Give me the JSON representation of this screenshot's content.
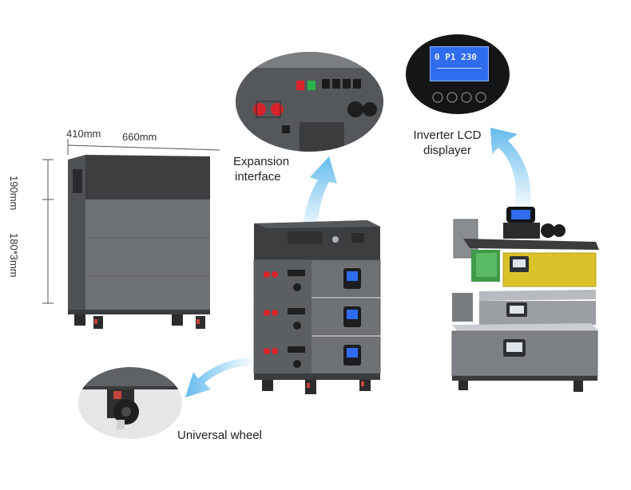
{
  "dimensions": {
    "depth": "410mm",
    "width": "660mm",
    "top_height": "190mm",
    "module_height": "180*3mm"
  },
  "callouts": {
    "expansion_line1": "Expansion",
    "expansion_line2": "interface",
    "inverter_line1": "Inverter LCD",
    "inverter_line2": "displayer",
    "wheel": "Universal wheel"
  },
  "lcd": {
    "readout": "0 P1 230"
  },
  "colors": {
    "cabinet_gray": "#6f7275",
    "top_dark": "#3c3e40",
    "arrow_blue": "#5db8ec",
    "terminal_red": "#d8232a",
    "lcd_blue": "#2f6cf0",
    "battery_yellow": "#d9c22a"
  },
  "icons": [
    "arrow-up-icon",
    "arrow-down-left-icon",
    "power-button-icon",
    "wheel-icon"
  ]
}
